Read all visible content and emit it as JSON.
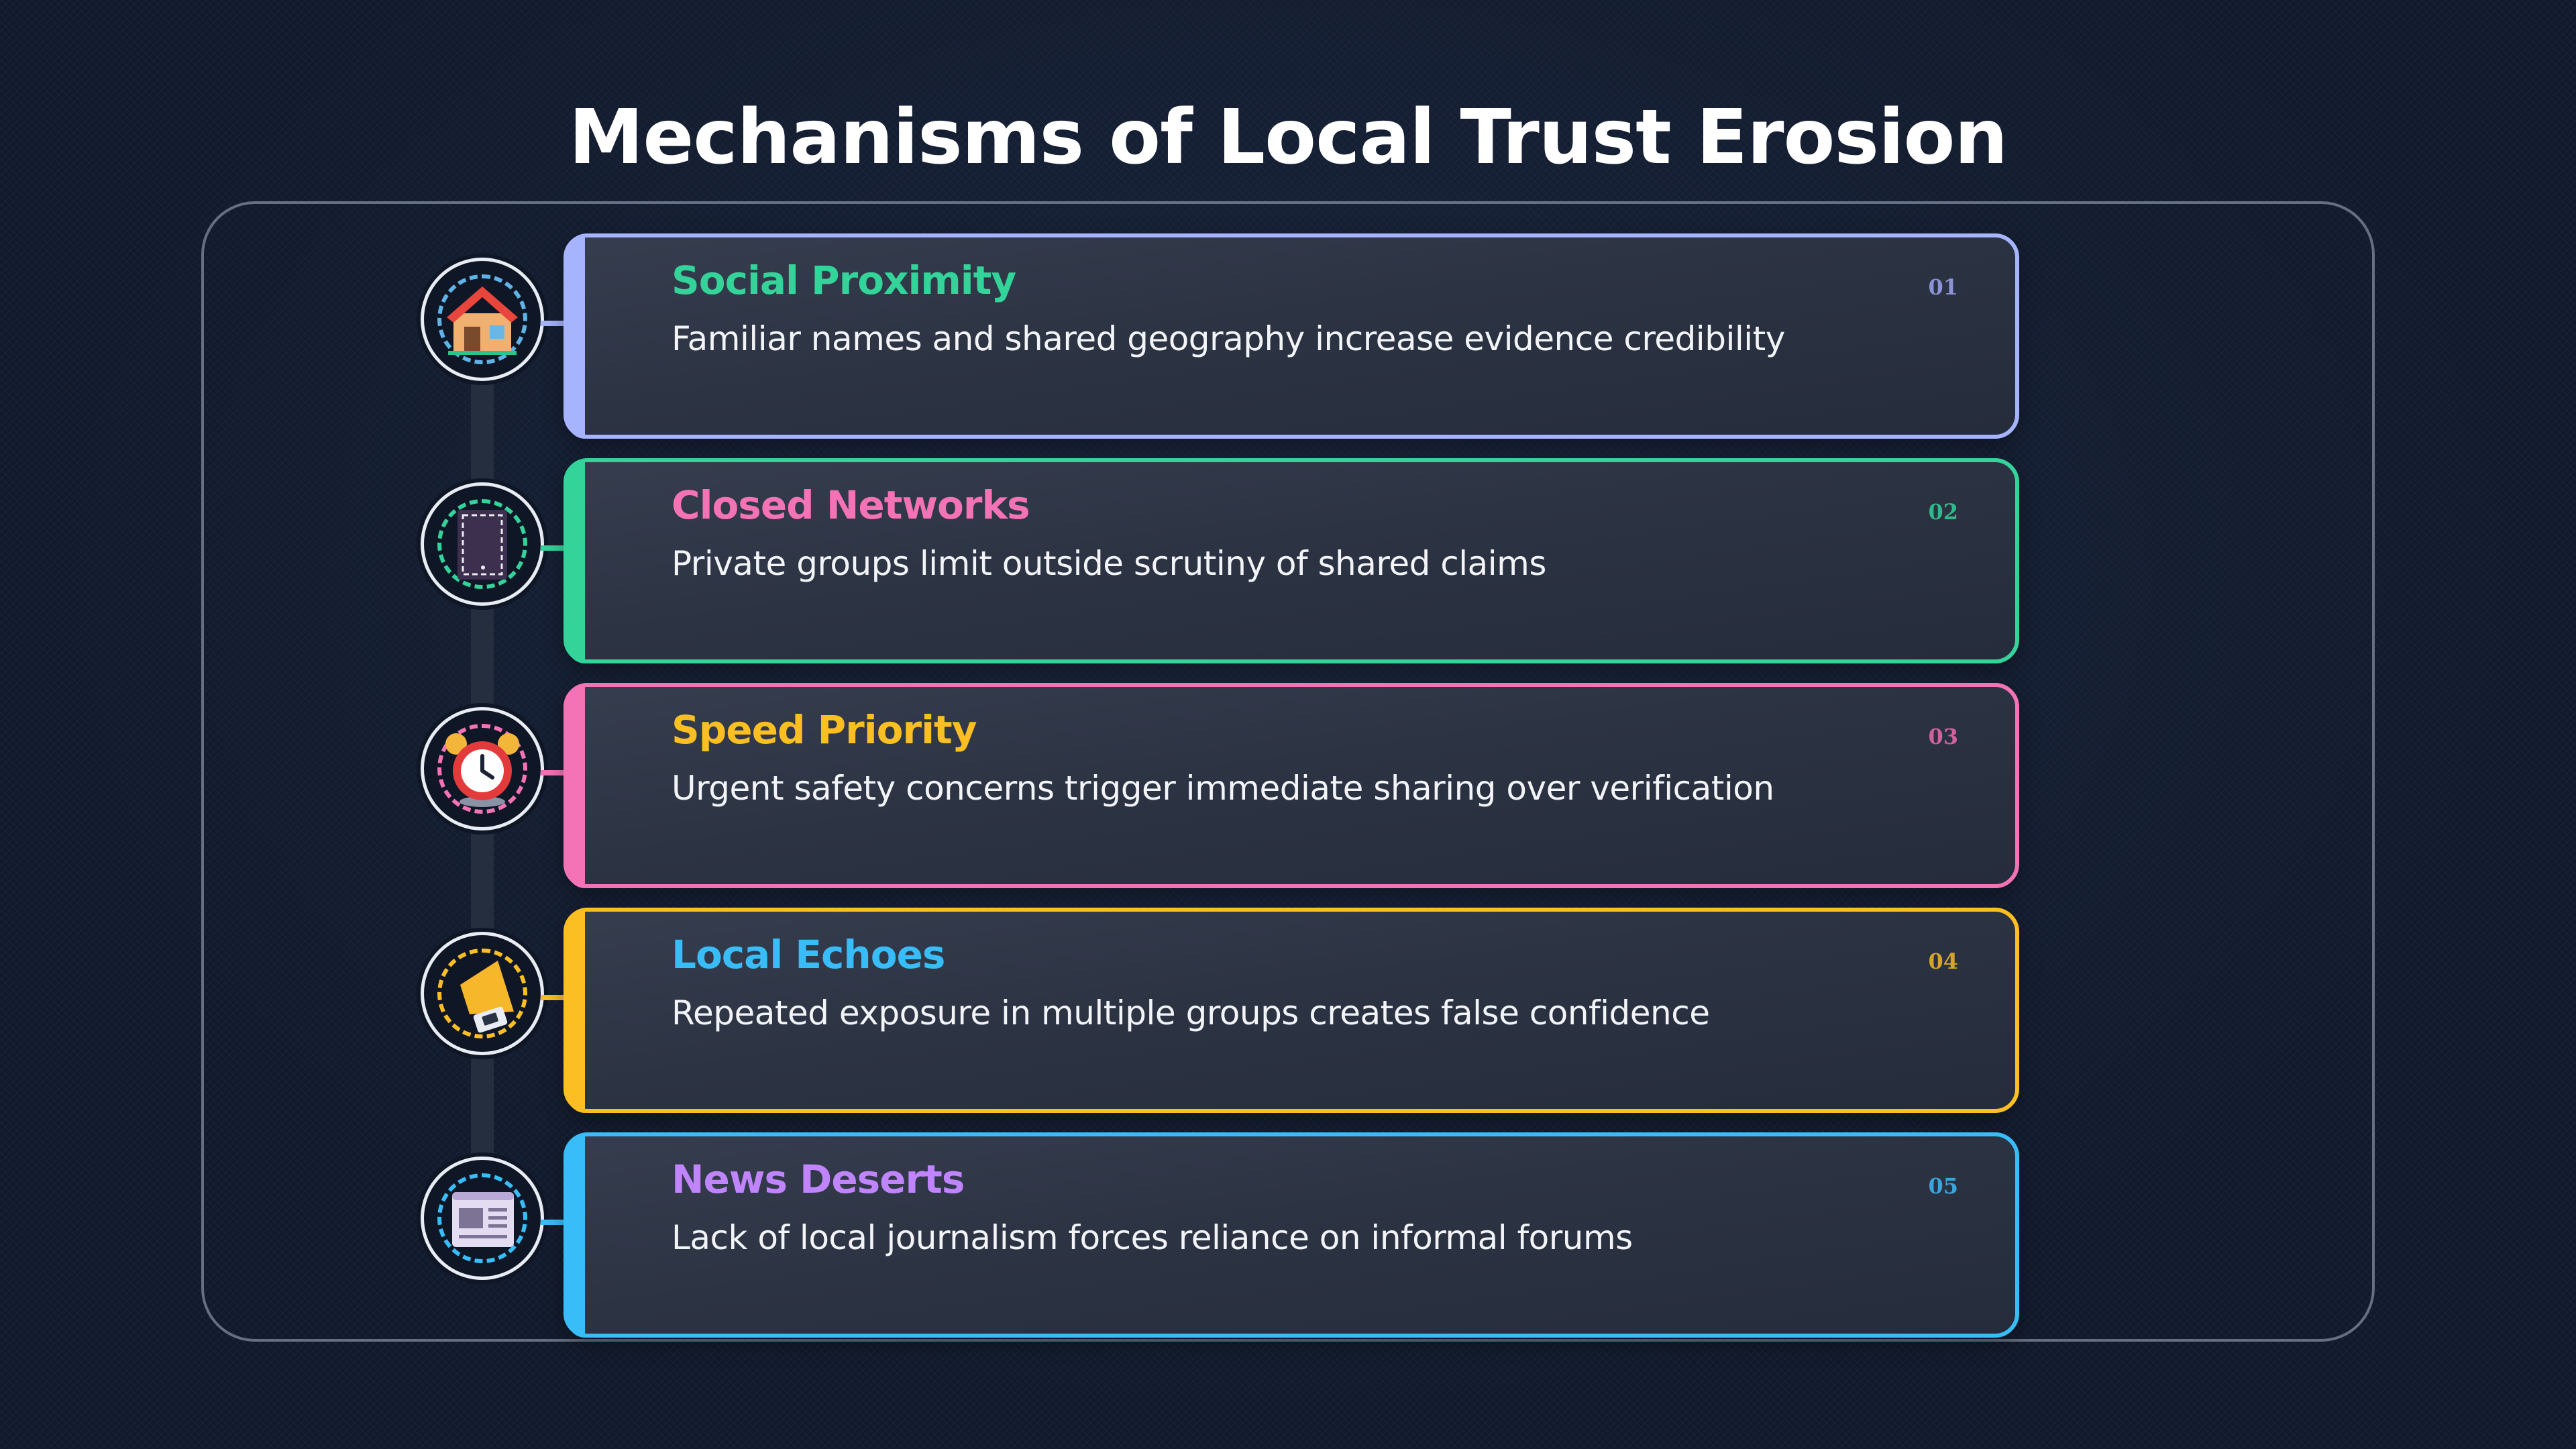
{
  "title": "Mechanisms of Local Trust Erosion",
  "items": [
    {
      "number": "01",
      "name": "Social Proximity",
      "description": "Familiar names and shared geography increase evidence credibility",
      "icon": "house-icon",
      "border_color": "#a5b4fc",
      "name_color": "#34d399",
      "number_color": "#8b93d6",
      "dash_color": "#5fb3e6"
    },
    {
      "number": "02",
      "name": "Closed Networks",
      "description": "Private groups limit outside scrutiny of shared claims",
      "icon": "closed-door-icon",
      "border_color": "#34d399",
      "name_color": "#f472b6",
      "number_color": "#2fb98a",
      "dash_color": "#34d399"
    },
    {
      "number": "03",
      "name": "Speed Priority",
      "description": "Urgent safety concerns trigger immediate sharing over verification",
      "icon": "alarm-clock-icon",
      "border_color": "#f472b6",
      "name_color": "#fbbf24",
      "number_color": "#d0619c",
      "dash_color": "#f472b6"
    },
    {
      "number": "04",
      "name": "Local Echoes",
      "description": "Repeated exposure in multiple groups creates false confidence",
      "icon": "megaphone-icon",
      "border_color": "#fbbf24",
      "name_color": "#38bdf8",
      "number_color": "#d4a52a",
      "dash_color": "#fbbf24"
    },
    {
      "number": "05",
      "name": "News Deserts",
      "description": "Lack of local journalism forces reliance on informal forums",
      "icon": "newspaper-icon",
      "border_color": "#38bdf8",
      "name_color": "#c084fc",
      "number_color": "#3aa5db",
      "dash_color": "#38bdf8"
    }
  ]
}
